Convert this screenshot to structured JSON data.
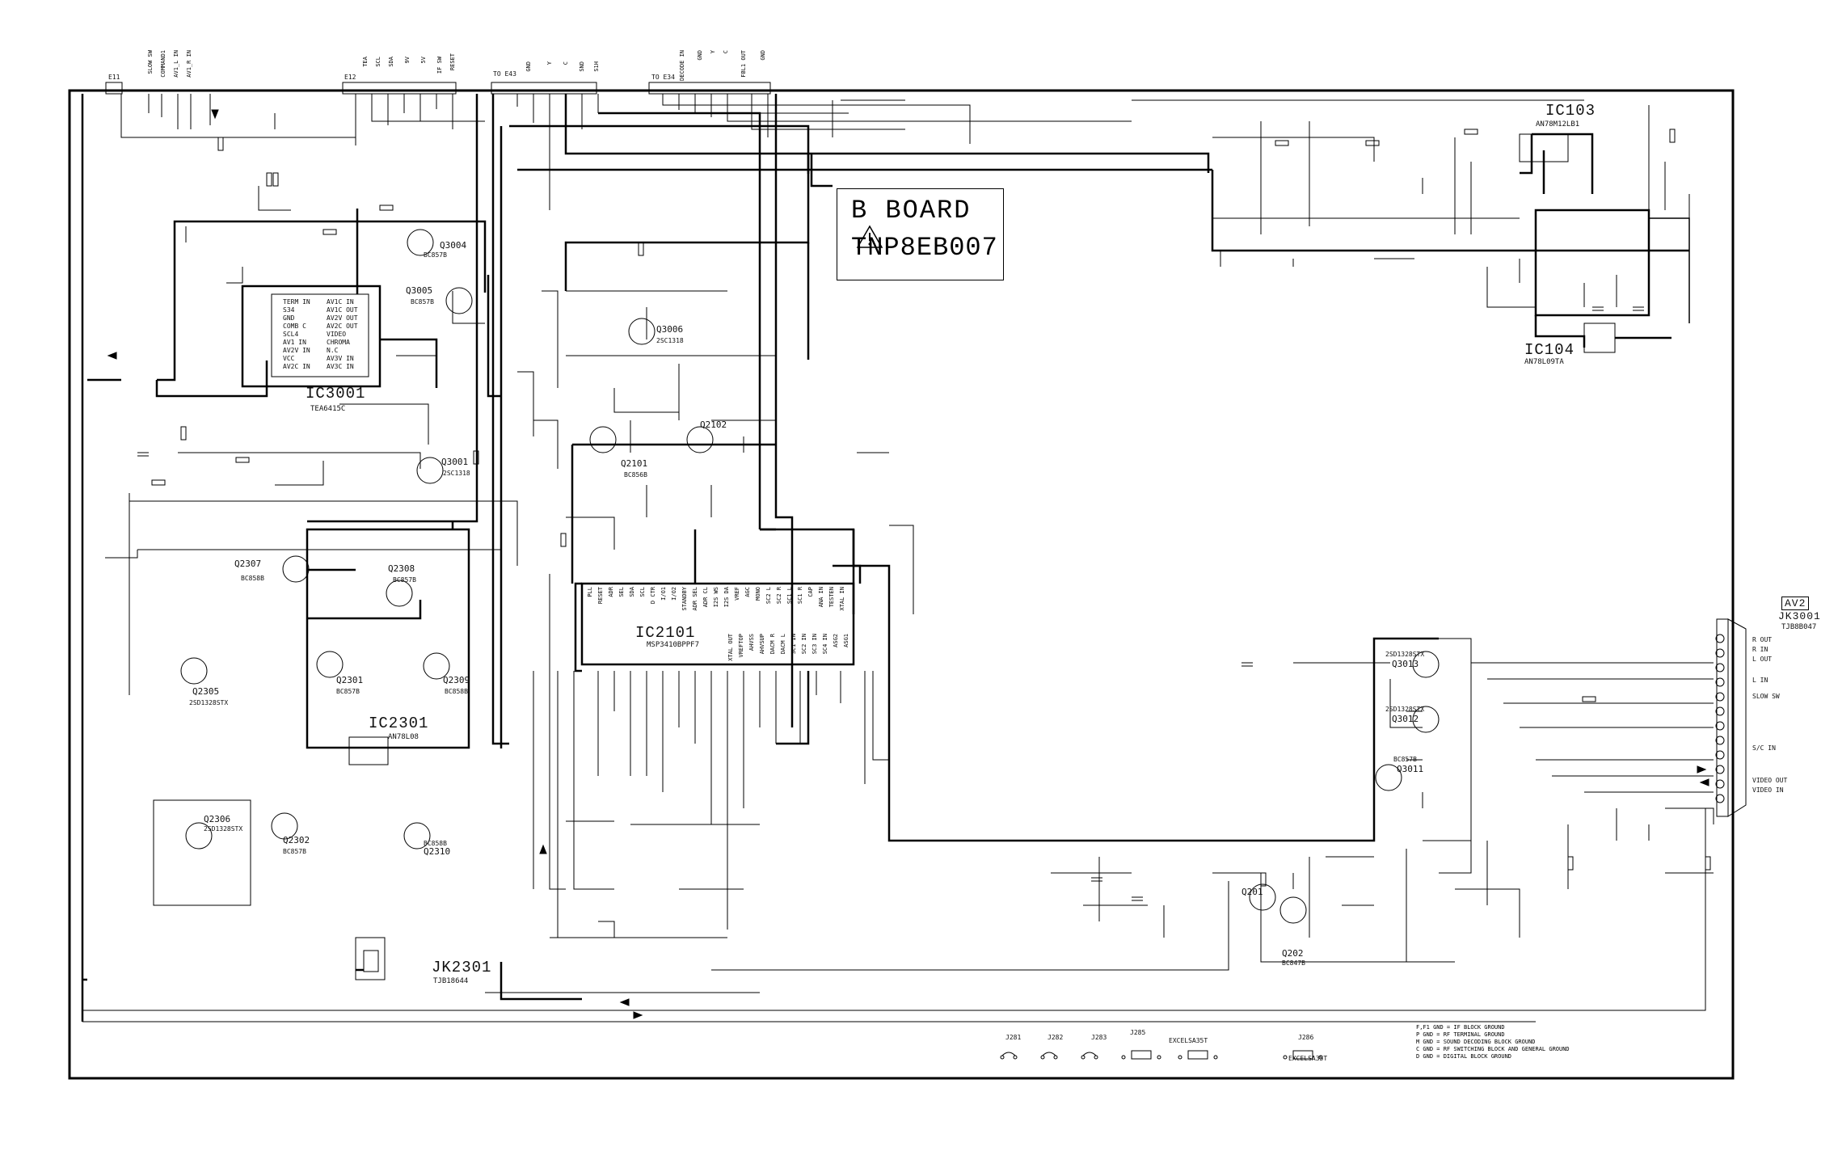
{
  "board": {
    "title": "B BOARD",
    "code": "TNP8EB007"
  },
  "ics": [
    {
      "ref": "IC3001",
      "part": "TEA6415C"
    },
    {
      "ref": "IC2101",
      "part": "MSP3410BPPF7"
    },
    {
      "ref": "IC2301",
      "part": "AN78L08"
    },
    {
      "ref": "IC103",
      "part": "AN78M12LB1"
    },
    {
      "ref": "IC104",
      "part": "AN78L09TA"
    }
  ],
  "jacks": [
    {
      "ref": "JK2301",
      "part": "TJB18644"
    },
    {
      "ref": "JK3001",
      "part": "TJB8B047",
      "tag": "AV2"
    }
  ],
  "transistors": [
    {
      "ref": "Q3001",
      "part": "2SC1318"
    },
    {
      "ref": "Q3004",
      "part": "BC857B"
    },
    {
      "ref": "Q3005",
      "part": "BC857B"
    },
    {
      "ref": "Q3006",
      "part": "2SC1318"
    },
    {
      "ref": "Q2101",
      "part": "BC856B"
    },
    {
      "ref": "Q2102",
      "part": ""
    },
    {
      "ref": "Q2307",
      "part": "BC858B"
    },
    {
      "ref": "Q2308",
      "part": "BC857B"
    },
    {
      "ref": "Q2305",
      "part": "2SD1328STX"
    },
    {
      "ref": "Q2301",
      "part": "BC857B"
    },
    {
      "ref": "Q2309",
      "part": "BC858B"
    },
    {
      "ref": "Q2306",
      "part": "2SD1328STX"
    },
    {
      "ref": "Q2302",
      "part": "BC857B"
    },
    {
      "ref": "Q2310",
      "part": "BC858B"
    },
    {
      "ref": "Q3013",
      "part": "2SD1328STX"
    },
    {
      "ref": "Q3012",
      "part": "2SD1328STX"
    },
    {
      "ref": "Q3011",
      "part": "BC857B"
    },
    {
      "ref": "Q201",
      "part": ""
    },
    {
      "ref": "Q202",
      "part": "BC847B"
    }
  ],
  "connectors": [
    {
      "ref": "E11",
      "pins": [
        "SLOW SW",
        "COMMAND1",
        "AV1_L IN",
        "AV1_R IN"
      ]
    },
    {
      "ref": "E12",
      "pins": [
        "TEA",
        "SCL",
        "SDA",
        "9V",
        "5V",
        "IF SW",
        "RESET"
      ]
    },
    {
      "ref": "TO E43",
      "pins": [
        "GND",
        "Y",
        "C",
        "SND",
        "S1H"
      ]
    },
    {
      "ref": "TO E34",
      "pins": [
        "DECODE IN",
        "GND",
        "Y",
        "C",
        "FBL1 OUT",
        "GND"
      ]
    }
  ],
  "jack_signals": [
    "R OUT",
    "R IN",
    "L OUT",
    "L IN",
    "SLOW SW",
    "S/C IN",
    "VIDEO OUT",
    "VIDEO IN"
  ],
  "ic3001_pins": [
    "TERM IN",
    "S34",
    "GND",
    "COMB C",
    "SCL4",
    "AV1 IN",
    "AV2V IN",
    "VCC",
    "AV2C IN"
  ],
  "ic3001_pins_right": [
    "AV1C IN",
    "AV1C OUT",
    "AV2V OUT",
    "AV2C OUT",
    "VIDEO",
    "CHROMA",
    "N.C",
    "AV3V IN",
    "AV3C IN"
  ],
  "ic2101_pins_top": [
    "PLL",
    "RESET",
    "ADR",
    "SEL",
    "SDA",
    "SCL",
    "D CTR",
    "I/O1",
    "I/O2",
    "STANDBY",
    "ADR SEL",
    "ADR CL",
    "I2S WS",
    "I2S DA",
    "VREF",
    "AGC",
    "MONO",
    "SC2 L",
    "SC2 R",
    "SC1 L",
    "SC1 R",
    "CAP",
    "ANA IN",
    "TESTEN",
    "XTAL IN"
  ],
  "ic2101_pins_bottom": [
    "XTAL OUT",
    "VREFTOP",
    "AHVSS",
    "AHVSUP",
    "DACM R",
    "DACM L",
    "SC1 IN",
    "SC2 IN",
    "SC3 IN",
    "SC4 IN",
    "ASG2",
    "ASG1"
  ],
  "jumpers": [
    "J281",
    "J282",
    "J283",
    "J285",
    "EXCELSA35T",
    "EXCELSA35T",
    "J286"
  ],
  "legend": [
    "F,F1 GND = IF BLOCK GROUND",
    "P GND = RF TERMINAL GROUND",
    "M GND = SOUND DECODING BLOCK GROUND",
    "C GND = RF SWITCHING BLOCK AND GENERAL GROUND",
    "D GND = DIGITAL BLOCK GROUND"
  ],
  "colors": {
    "ink": "#000000",
    "paper": "#ffffff"
  }
}
